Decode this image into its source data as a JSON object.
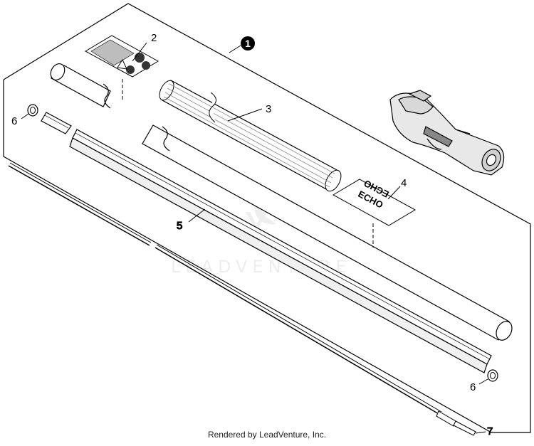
{
  "diagram": {
    "watermark": "LEADVENTURE",
    "assembly_callout": "1",
    "callouts": [
      {
        "id": "label",
        "text": "2"
      },
      {
        "id": "grip",
        "text": "3"
      },
      {
        "id": "decal",
        "text": "4"
      },
      {
        "id": "shaft",
        "text": "5"
      },
      {
        "id": "washer-left",
        "text": "6"
      },
      {
        "id": "washer-right",
        "text": "6"
      },
      {
        "id": "drive-shaft",
        "text": "7"
      }
    ],
    "decal_text": [
      "ECHO",
      "ECHO"
    ]
  },
  "footer": "Rendered by LeadVenture, Inc."
}
